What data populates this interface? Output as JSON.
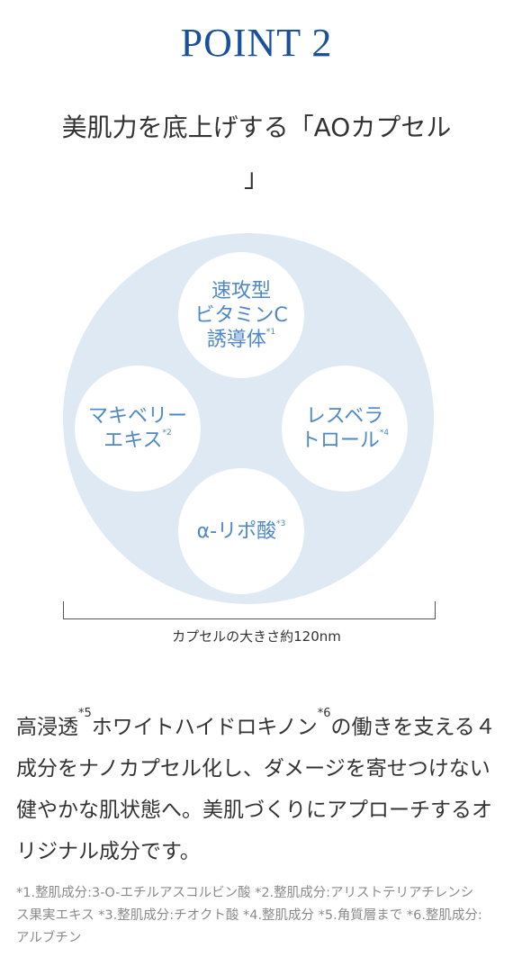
{
  "title": "POINT 2",
  "heading": {
    "line1": "美肌力を底上げする「AOカプセル",
    "line2": "」"
  },
  "diagram": {
    "top": {
      "line1": "速攻型",
      "line2": "ビタミンC",
      "line3": "誘導体",
      "note": "*1"
    },
    "left": {
      "line1": "マキベリー",
      "line2": "エキス",
      "note": "*2"
    },
    "right": {
      "line1": "レスベラ",
      "line2": "トロール",
      "note": "*4"
    },
    "bottom": {
      "line1": "α-リポ酸",
      "note": "*3"
    },
    "size_label": "カプセルの大きさ約120nm"
  },
  "body": {
    "part1": "高浸透",
    "note1": "*5",
    "part2": "ホワイトハイドロキノン",
    "note2": "*6",
    "part3": "の働きを支える４成分をナノカプセル化し、ダメージを寄せつけない健やかな肌状態へ。美肌づくりにアプローチするオリジナル成分です。"
  },
  "footnote": "*1.整肌成分:3-O-エチルアスコルビン酸 *2.整肌成分:アリストテリアチレンシス果実エキス *3.整肌成分:チオクト酸 *4.整肌成分 *5.角質層まで *6.整肌成分:アルブチン",
  "colors": {
    "title": "#1a4fa0",
    "circle_bg": "#dfe9f4",
    "ingredient_text": "#4e88c8"
  }
}
